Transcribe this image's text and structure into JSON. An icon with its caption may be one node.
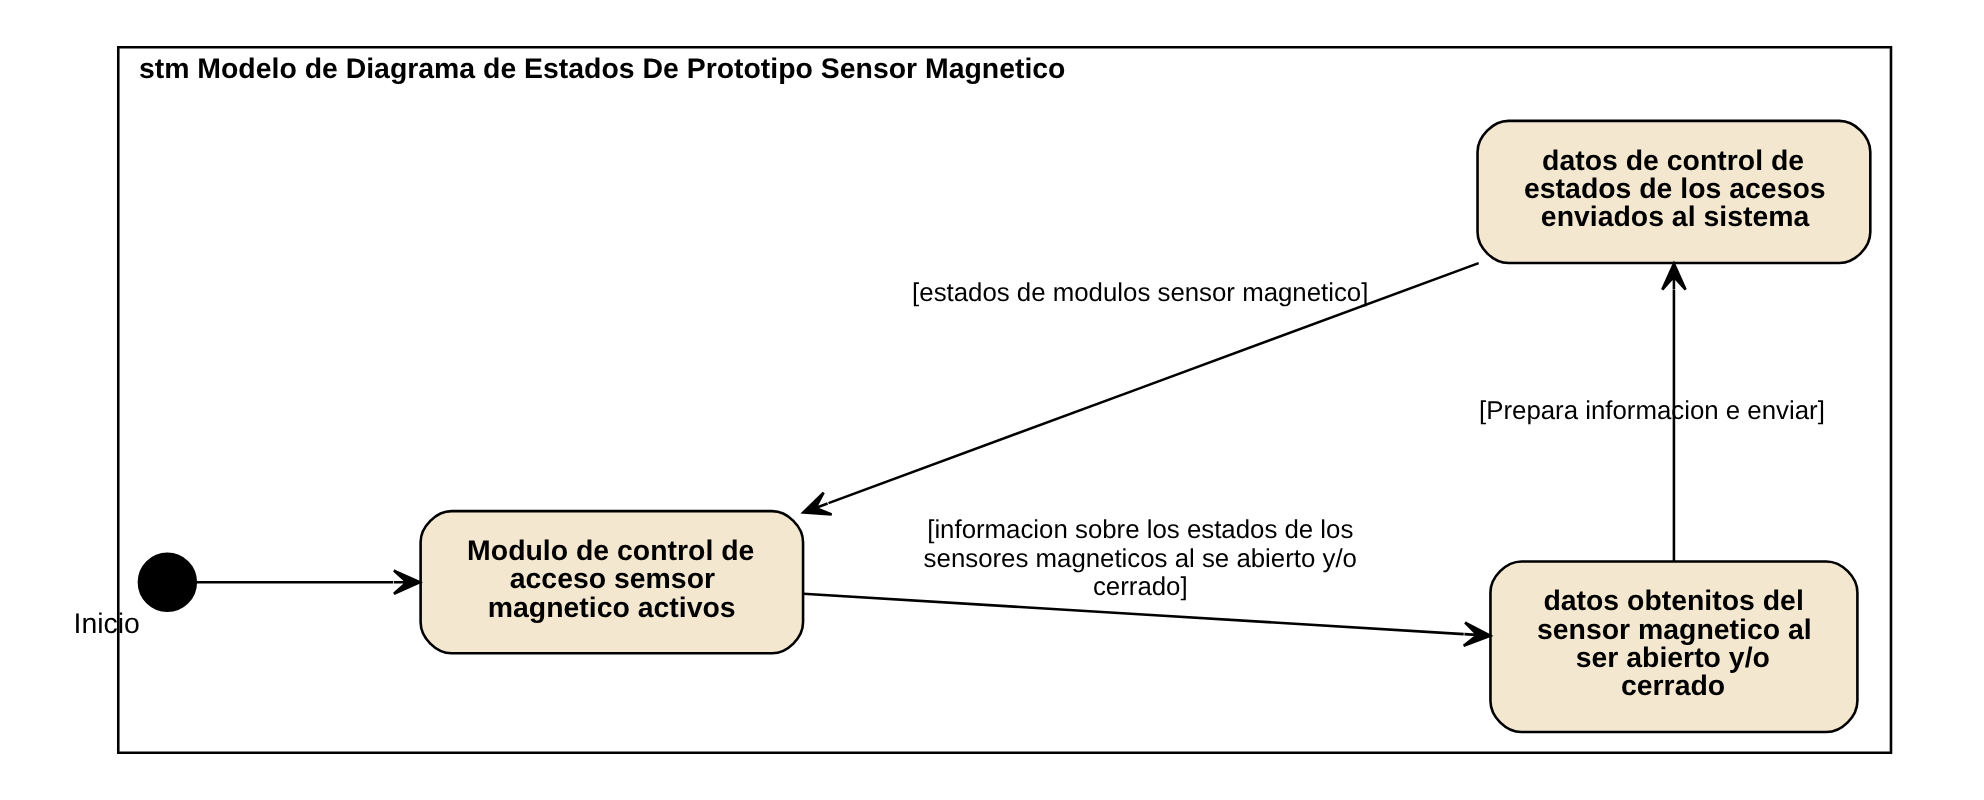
{
  "diagram": {
    "nodes": [
      {
        "text": [
          "stm Modelo de Diagrama de Estados De Prototipo Sensor Magnetico"
        ]
      },
      {
        "text": [],
        "shape": "circle",
        "in": 0,
        "beside": [
          "Inicio"
        ]
      },
      {
        "text": [
          "Modulo de control de acceso semsor magnetico activos"
        ],
        "in": 0
      },
      {
        "text": [
          "datos obtenitos del sensor magnetico al ser abierto y/o cerrado"
        ],
        "in": 0
      },
      {
        "text": [
          "datos de control de estados de los acesos enviados al sistema"
        ],
        "in": 0
      }
    ],
    "edges": [
      {
        "from": 1,
        "to": 2,
        "arrow": "to"
      },
      {
        "from": 2,
        "to": 3,
        "arrow": "to",
        "label": "[informacion sobre los estados de los sensores magneticos al se abierto y/o cerrado]"
      },
      {
        "from": 3,
        "to": 4,
        "arrow": "to",
        "label": "[Prepara informacion e enviar]"
      },
      {
        "from": 4,
        "to": 2,
        "arrow": "to",
        "label": "[estados de modulos sensor magnetico]"
      }
    ]
  }
}
